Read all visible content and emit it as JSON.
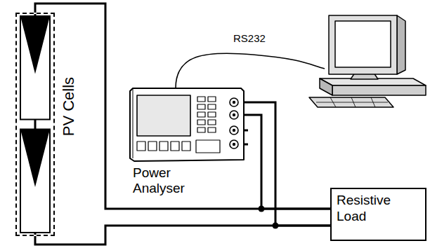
{
  "diagram": {
    "nodes": [
      {
        "text": [
          "PV Cells"
        ]
      },
      {
        "text": [
          "Power Analyser"
        ]
      },
      {
        "text": [
          "Resistive Load"
        ]
      }
    ],
    "edges": [
      {
        "from": 0,
        "to": 2,
        "arrow": "none"
      },
      {
        "from": 0,
        "to": 2,
        "arrow": "none"
      },
      {
        "from": 1,
        "to": 2,
        "arrow": "none"
      },
      {
        "from": 1,
        "to": 2,
        "arrow": "none"
      }
    ],
    "labels": [
      "RS232"
    ]
  }
}
